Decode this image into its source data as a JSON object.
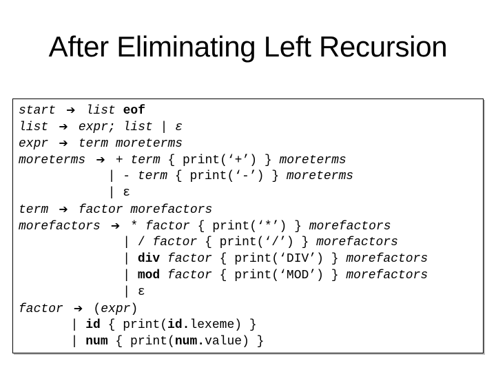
{
  "title": "After Eliminating Left Recursion",
  "arrow": "➔",
  "lines": [
    {
      "segs": [
        "start ",
        " list ",
        "eof"
      ]
    },
    {
      "segs": [
        "list ",
        " expr; list | ε"
      ]
    },
    {
      "segs": [
        "expr ",
        " term moreterms"
      ]
    },
    {
      "segs": [
        "moreterms ",
        " + ",
        "term ",
        "{ print(‘+’) } ",
        "moreterms"
      ]
    },
    {
      "segs": [
        "            | - ",
        "term ",
        "{ print(‘-’) } ",
        "moreterms"
      ]
    },
    {
      "segs": [
        "            | ε"
      ]
    },
    {
      "segs": [
        "term ",
        " factor morefactors"
      ]
    },
    {
      "segs": [
        "morefactors ",
        " * ",
        "factor ",
        "{ print(‘*’) } ",
        "morefactors"
      ]
    },
    {
      "segs": [
        "              | / ",
        "factor ",
        "{ print(‘/’) } ",
        "morefactors"
      ]
    },
    {
      "segs": [
        "              | ",
        "div ",
        "factor ",
        "{ print(‘DIV’) } ",
        "morefactors"
      ]
    },
    {
      "segs": [
        "              | ",
        "mod ",
        "factor ",
        "{ print(‘MOD’) } ",
        "morefactors"
      ]
    },
    {
      "segs": [
        "              | ε"
      ]
    },
    {
      "segs": [
        "factor ",
        " (",
        "expr",
        ")"
      ]
    },
    {
      "segs": [
        "       | ",
        "id",
        " { print(",
        "id.",
        "lexeme) }"
      ]
    },
    {
      "segs": [
        "       | ",
        "num",
        " { print(",
        "num.",
        "value) }"
      ]
    }
  ]
}
